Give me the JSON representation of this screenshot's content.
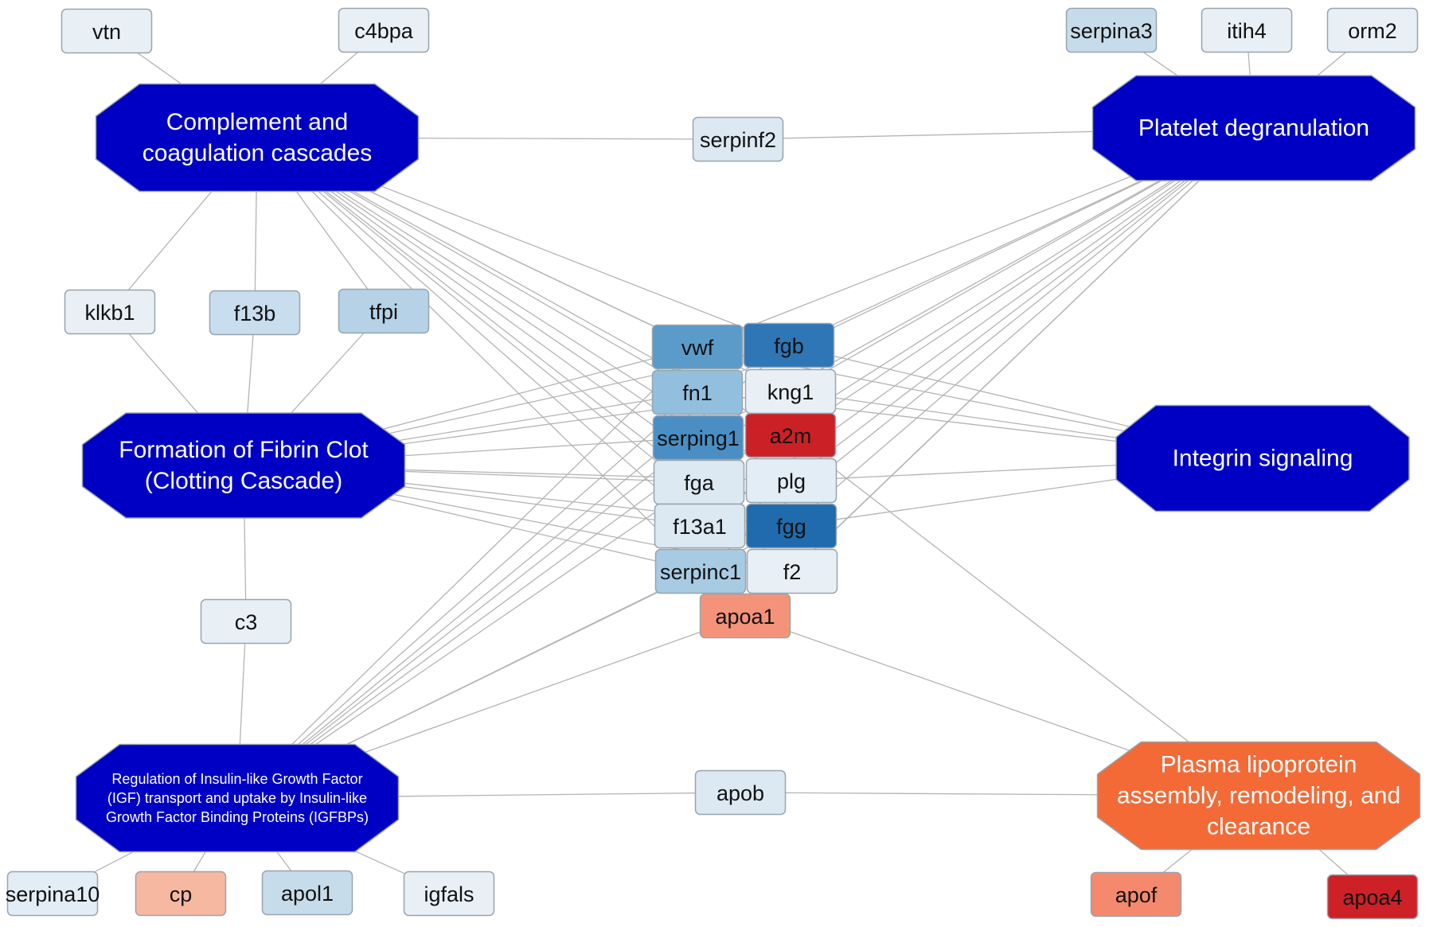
{
  "colors": {
    "pathway_blue": "#0000c4",
    "pathway_orange": "#f36a36",
    "edge": "#b4b4b4",
    "node_border": "#9aa4ad"
  },
  "pathways": [
    {
      "id": "complement",
      "lines": [
        "Complement and",
        "coagulation cascades"
      ],
      "color": "#0000c4"
    },
    {
      "id": "platelet",
      "lines": [
        "Platelet degranulation"
      ],
      "color": "#0000c4"
    },
    {
      "id": "fibrin",
      "lines": [
        "Formation of Fibrin Clot",
        "(Clotting Cascade)"
      ],
      "color": "#0000c4"
    },
    {
      "id": "integrin",
      "lines": [
        "Integrin signaling"
      ],
      "color": "#0000c4"
    },
    {
      "id": "igf",
      "lines": [
        "Regulation of Insulin-like Growth Factor",
        "(IGF) transport and uptake by Insulin-like",
        "Growth Factor Binding Proteins (IGFBPs)"
      ],
      "color": "#0000c4"
    },
    {
      "id": "lipo",
      "lines": [
        "Plasma lipoprotein",
        "assembly, remodeling, and",
        "clearance"
      ],
      "color": "#f36a36"
    }
  ],
  "genes": [
    {
      "id": "vtn",
      "label": "vtn",
      "color": "#e8f0f6"
    },
    {
      "id": "c4bpa",
      "label": "c4bpa",
      "color": "#e8f0f6"
    },
    {
      "id": "serpina3",
      "label": "serpina3",
      "color": "#c6dcea"
    },
    {
      "id": "itih4",
      "label": "itih4",
      "color": "#e8f0f6"
    },
    {
      "id": "orm2",
      "label": "orm2",
      "color": "#e8f0f6"
    },
    {
      "id": "serpinf2",
      "label": "serpinf2",
      "color": "#dce9f2"
    },
    {
      "id": "klkb1",
      "label": "klkb1",
      "color": "#e8f0f6"
    },
    {
      "id": "f13b",
      "label": "f13b",
      "color": "#c8dded"
    },
    {
      "id": "tfpi",
      "label": "tfpi",
      "color": "#b5d2e6"
    },
    {
      "id": "vwf",
      "label": "vwf",
      "color": "#5b9bc9"
    },
    {
      "id": "fgb",
      "label": "fgb",
      "color": "#2e76b6"
    },
    {
      "id": "fn1",
      "label": "fn1",
      "color": "#93bfdf"
    },
    {
      "id": "kng1",
      "label": "kng1",
      "color": "#e8f0f6"
    },
    {
      "id": "serping1",
      "label": "serping1",
      "color": "#4a8ec4"
    },
    {
      "id": "a2m",
      "label": "a2m",
      "color": "#cc2027"
    },
    {
      "id": "fga",
      "label": "fga",
      "color": "#dce9f2"
    },
    {
      "id": "plg",
      "label": "plg",
      "color": "#e3edf5"
    },
    {
      "id": "f13a1",
      "label": "f13a1",
      "color": "#dce9f2"
    },
    {
      "id": "fgg",
      "label": "fgg",
      "color": "#1f6bad"
    },
    {
      "id": "serpinc1",
      "label": "serpinc1",
      "color": "#a8cbe4"
    },
    {
      "id": "f2",
      "label": "f2",
      "color": "#e8f0f6"
    },
    {
      "id": "apoa1",
      "label": "apoa1",
      "color": "#f4937a"
    },
    {
      "id": "c3",
      "label": "c3",
      "color": "#e8f0f6"
    },
    {
      "id": "apob",
      "label": "apob",
      "color": "#dce9f2"
    },
    {
      "id": "serpina10",
      "label": "serpina10",
      "color": "#e3edf5"
    },
    {
      "id": "cp",
      "label": "cp",
      "color": "#f7b8a2"
    },
    {
      "id": "apol1",
      "label": "apol1",
      "color": "#c6dcea"
    },
    {
      "id": "igfals",
      "label": "igfals",
      "color": "#e8f0f6"
    },
    {
      "id": "apof",
      "label": "apof",
      "color": "#f4896d"
    },
    {
      "id": "apoa4",
      "label": "apoa4",
      "color": "#cd2127"
    }
  ],
  "edges": [
    [
      "vtn",
      "complement"
    ],
    [
      "c4bpa",
      "complement"
    ],
    [
      "serpina3",
      "platelet"
    ],
    [
      "itih4",
      "platelet"
    ],
    [
      "orm2",
      "platelet"
    ],
    [
      "complement",
      "serpinf2"
    ],
    [
      "serpinf2",
      "platelet"
    ],
    [
      "complement",
      "klkb1"
    ],
    [
      "complement",
      "f13b"
    ],
    [
      "complement",
      "tfpi"
    ],
    [
      "klkb1",
      "fibrin"
    ],
    [
      "f13b",
      "fibrin"
    ],
    [
      "tfpi",
      "fibrin"
    ],
    [
      "complement",
      "vwf"
    ],
    [
      "complement",
      "fn1"
    ],
    [
      "complement",
      "serping1"
    ],
    [
      "complement",
      "fga"
    ],
    [
      "complement",
      "f13a1"
    ],
    [
      "complement",
      "serpinc1"
    ],
    [
      "complement",
      "fgb"
    ],
    [
      "complement",
      "kng1"
    ],
    [
      "complement",
      "fgg"
    ],
    [
      "complement",
      "plg"
    ],
    [
      "complement",
      "f2"
    ],
    [
      "complement",
      "a2m"
    ],
    [
      "platelet",
      "vwf"
    ],
    [
      "platelet",
      "fgb"
    ],
    [
      "platelet",
      "fn1"
    ],
    [
      "platelet",
      "kng1"
    ],
    [
      "platelet",
      "serping1"
    ],
    [
      "platelet",
      "a2m"
    ],
    [
      "platelet",
      "fga"
    ],
    [
      "platelet",
      "plg"
    ],
    [
      "platelet",
      "fgg"
    ],
    [
      "platelet",
      "serpinc1"
    ],
    [
      "platelet",
      "f2"
    ],
    [
      "platelet",
      "apoa1"
    ],
    [
      "platelet",
      "f13a1"
    ],
    [
      "fibrin",
      "vwf"
    ],
    [
      "fibrin",
      "fn1"
    ],
    [
      "fibrin",
      "serping1"
    ],
    [
      "fibrin",
      "fga"
    ],
    [
      "fibrin",
      "f13a1"
    ],
    [
      "fibrin",
      "serpinc1"
    ],
    [
      "fibrin",
      "fgb"
    ],
    [
      "fibrin",
      "kng1"
    ],
    [
      "fibrin",
      "fgg"
    ],
    [
      "fibrin",
      "plg"
    ],
    [
      "fibrin",
      "f2"
    ],
    [
      "integrin",
      "vwf"
    ],
    [
      "integrin",
      "fgb"
    ],
    [
      "integrin",
      "fn1"
    ],
    [
      "integrin",
      "fgg"
    ],
    [
      "integrin",
      "plg"
    ],
    [
      "integrin",
      "kng1"
    ],
    [
      "fibrin",
      "c3"
    ],
    [
      "c3",
      "igf"
    ],
    [
      "igf",
      "vwf"
    ],
    [
      "igf",
      "fn1"
    ],
    [
      "igf",
      "fga"
    ],
    [
      "igf",
      "fgb"
    ],
    [
      "igf",
      "fgg"
    ],
    [
      "igf",
      "kng1"
    ],
    [
      "igf",
      "serping1"
    ],
    [
      "igf",
      "apoa1"
    ],
    [
      "igf",
      "serpinc1"
    ],
    [
      "igf",
      "apob"
    ],
    [
      "apob",
      "lipo"
    ],
    [
      "apoa1",
      "lipo"
    ],
    [
      "lipo",
      "a2m"
    ],
    [
      "igf",
      "serpina10"
    ],
    [
      "igf",
      "cp"
    ],
    [
      "igf",
      "apol1"
    ],
    [
      "igf",
      "igfals"
    ],
    [
      "lipo",
      "apof"
    ],
    [
      "lipo",
      "apoa4"
    ]
  ]
}
